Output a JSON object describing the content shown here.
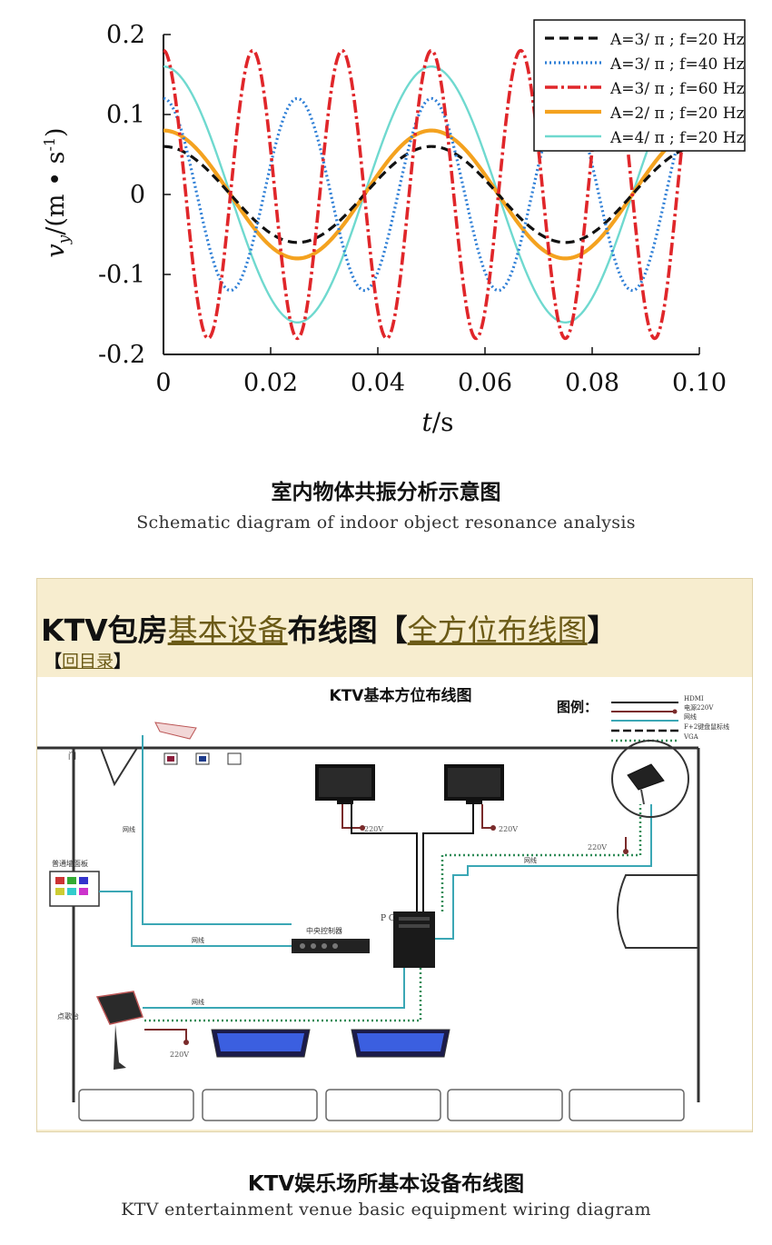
{
  "chart_data": {
    "type": "line",
    "xlabel": "t/s",
    "ylabel": "v_y/(m • s^-1)",
    "xlim": [
      0,
      0.1
    ],
    "ylim": [
      -0.2,
      0.2
    ],
    "xticks": [
      "0",
      "0.02",
      "0.04",
      "0.06",
      "0.08",
      "0.10"
    ],
    "yticks": [
      "0.2",
      "0.1",
      "0",
      "-0.1",
      "-0.2"
    ],
    "legend_position": "top-right",
    "grid": false,
    "series": [
      {
        "name": "A=3/π; f=20 Hz",
        "A_label": "A=3/ π ; f=20 Hz",
        "amplitude": 0.06,
        "frequency": 20,
        "color": "#111111",
        "style": "dashed"
      },
      {
        "name": "A=3/π; f=40 Hz",
        "A_label": "A=3/ π ; f=40 Hz",
        "amplitude": 0.12,
        "frequency": 40,
        "color": "#2f7fd6",
        "style": "dotted"
      },
      {
        "name": "A=3/π; f=60 Hz",
        "A_label": "A=3/ π ; f=60 Hz",
        "amplitude": 0.18,
        "frequency": 60,
        "color": "#e0262a",
        "style": "dashdot"
      },
      {
        "name": "A=2/π; f=20 Hz",
        "A_label": "A=2/ π ; f=20 Hz",
        "amplitude": 0.08,
        "frequency": 20,
        "color": "#f4a21f",
        "style": "solid-thick"
      },
      {
        "name": "A=4/π; f=20 Hz",
        "A_label": "A=4/ π ; f=20 Hz",
        "amplitude": 0.16,
        "frequency": 20,
        "color": "#6fd9cf",
        "style": "solid"
      }
    ],
    "sample_times": [
      0,
      0.01,
      0.02,
      0.03,
      0.04,
      0.05,
      0.06,
      0.07,
      0.08,
      0.09,
      0.1
    ]
  },
  "captions": {
    "chart_zh": "室内物体共振分析示意图",
    "chart_en": "Schematic diagram of indoor object resonance analysis",
    "ktv_zh": "KTV娱乐场所基本设备布线图",
    "ktv_en": "KTV entertainment venue basic equipment wiring diagram"
  },
  "ktv": {
    "header_prefix": "KTV包房",
    "header_link": "基本设备",
    "header_mid": "布线图【",
    "header_link2": "全方位布线图",
    "header_suffix": "】",
    "back_open": "【",
    "back_link": "回目录",
    "back_close": "】",
    "diagram_title": "KTV基本方位布线图",
    "legend_title": "图例：",
    "legend_items": [
      "HDMI",
      "电源220V",
      "网线",
      "F+2键盘鼠标线",
      "VGA"
    ],
    "labels": {
      "pc": "P C",
      "controller": "中央控制器",
      "panel": "普通墙面板",
      "kiosk": "点歌台",
      "v220a": "220V",
      "v220b": "220V",
      "v220c": "220V",
      "v220d": "220V",
      "net_a": "网线",
      "net_b": "网线",
      "net_c": "网线",
      "net_d": "网线",
      "door": "门"
    },
    "colors": {
      "hdmi": "#111111",
      "power": "#7a2b2b",
      "network": "#3ba7b5",
      "vga": "#2e8b57"
    }
  }
}
